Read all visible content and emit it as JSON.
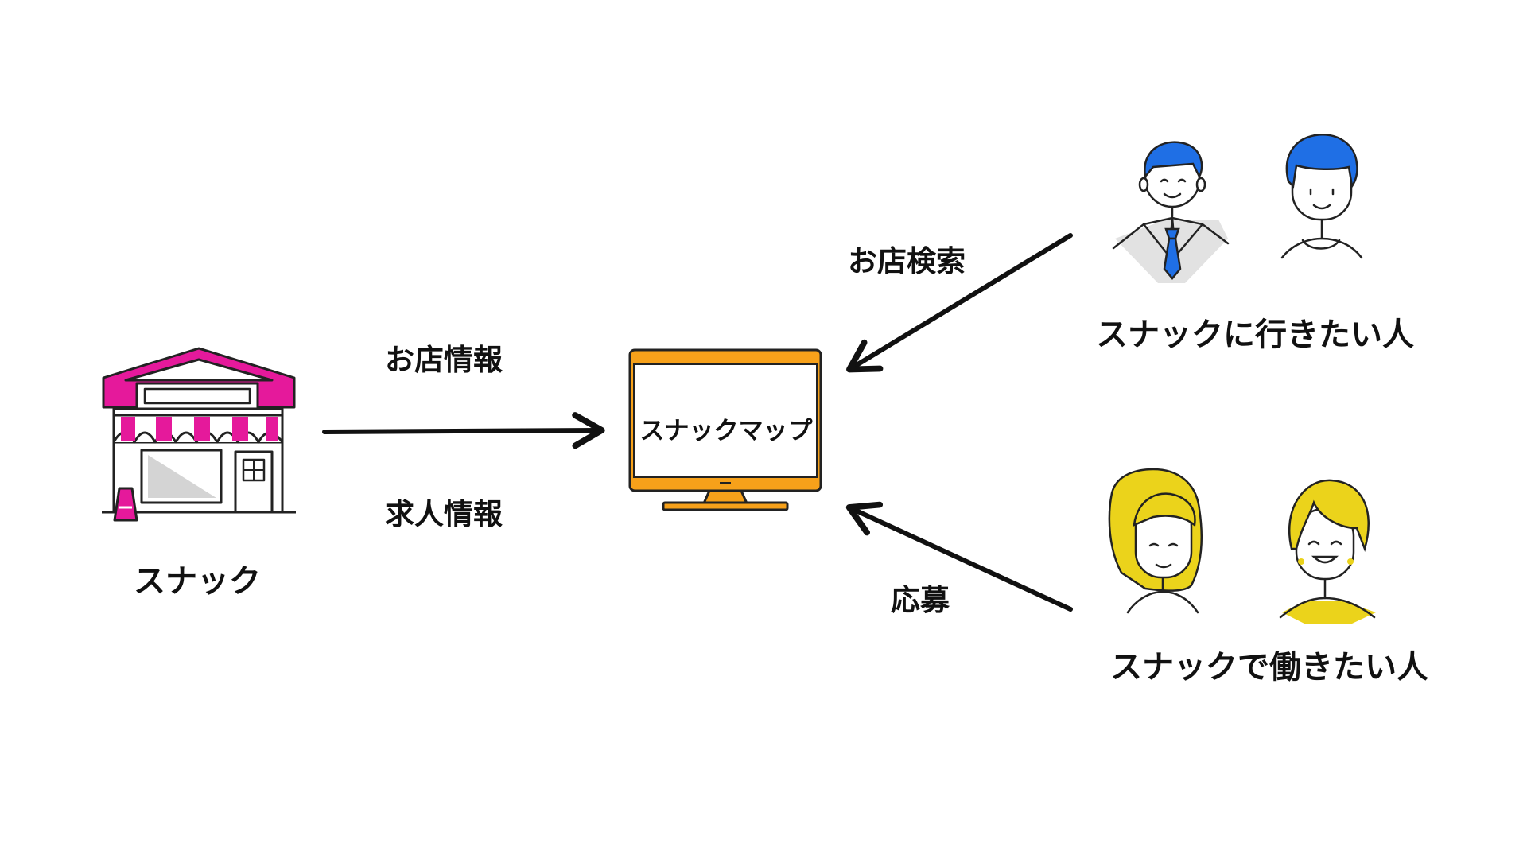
{
  "nodes": {
    "shop": {
      "label": "スナック"
    },
    "platform": {
      "label": "スナックマップ"
    },
    "customers": {
      "label": "スナックに行きたい人"
    },
    "workers": {
      "label": "スナックで働きたい人"
    }
  },
  "edges": {
    "shop_info": "お店情報",
    "job_info": "求人情報",
    "shop_search": "お店検索",
    "apply": "応募"
  },
  "icons": {
    "shop": "storefront-icon",
    "monitor": "monitor-icon",
    "customers": [
      "businessman-icon",
      "young-man-icon"
    ],
    "workers": [
      "long-hair-woman-icon",
      "short-hair-woman-icon"
    ]
  },
  "colors": {
    "shop_accent": "#e5199b",
    "monitor_accent": "#f7a11a",
    "customer_hair": "#1f6fe5",
    "worker_hair": "#ebd31b",
    "text": "#111111"
  }
}
